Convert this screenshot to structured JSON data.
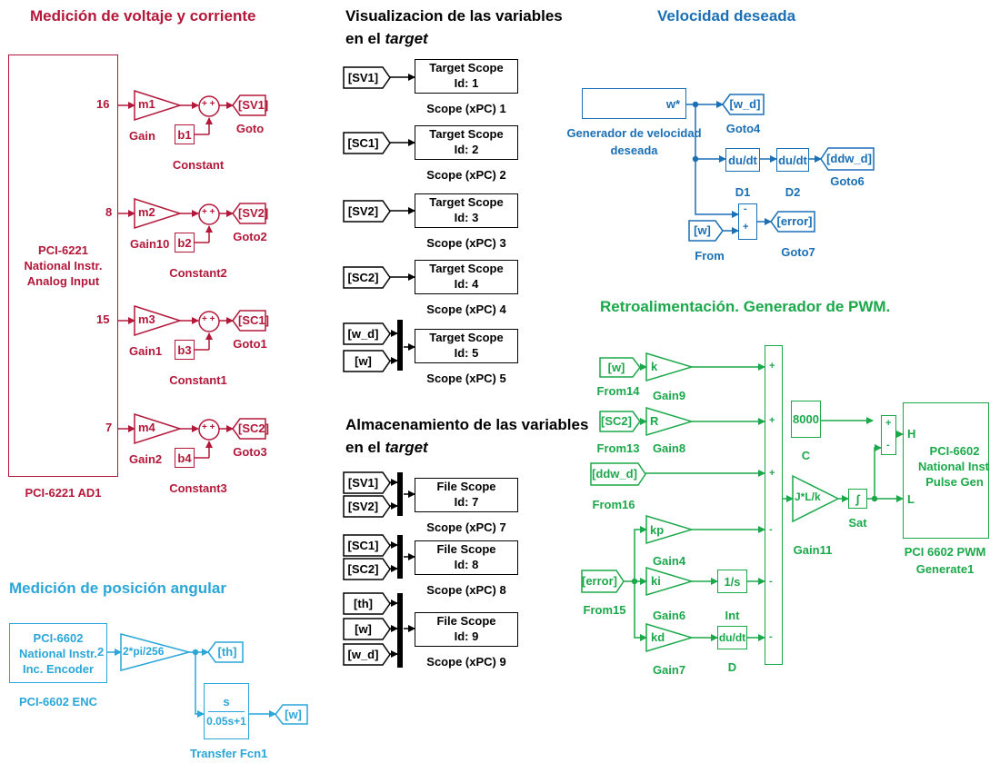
{
  "sections": {
    "medicion_vi": "Medición de voltaje y corriente",
    "visualizacion_1": "Visualizacion de las variables",
    "visualizacion_2": "en el",
    "visualizacion_target": "target",
    "velocidad": "Velocidad deseada",
    "retro": "Retroalimentación. Generador de PWM.",
    "almacen_1": "Almacenamiento de las variables",
    "almacen_2": "en el",
    "almacen_target": "target",
    "posicion": "Medición de posición angular"
  },
  "voltage": {
    "daq_line1": "PCI-6221",
    "daq_line2": "National Instr.",
    "daq_line3": "Analog Input",
    "daq_label": "PCI-6221 AD1",
    "rows": [
      {
        "port": "16",
        "gain": "m1",
        "gain_name": "Gain",
        "const": "b1",
        "const_name": "Constant",
        "goto": "[SV1]",
        "goto_name": "Goto"
      },
      {
        "port": "8",
        "gain": "m2",
        "gain_name": "Gain10",
        "const": "b2",
        "const_name": "Constant2",
        "goto": "[SV2]",
        "goto_name": "Goto2"
      },
      {
        "port": "15",
        "gain": "m3",
        "gain_name": "Gain1",
        "const": "b3",
        "const_name": "Constant1",
        "goto": "[SC1]",
        "goto_name": "Goto1"
      },
      {
        "port": "7",
        "gain": "m4",
        "gain_name": "Gain2",
        "const": "b4",
        "const_name": "Constant3",
        "goto": "[SC2]",
        "goto_name": "Goto3"
      }
    ],
    "sum_signs": "+ +"
  },
  "scopes": {
    "target_title": "Target Scope",
    "file_title": "File Scope",
    "items": [
      {
        "id": "Id: 1",
        "label": "Scope (xPC) 1"
      },
      {
        "id": "Id: 2",
        "label": "Scope (xPC) 2"
      },
      {
        "id": "Id: 3",
        "label": "Scope (xPC) 3"
      },
      {
        "id": "Id: 4",
        "label": "Scope (xPC) 4"
      },
      {
        "id": "Id: 5",
        "label": "Scope (xPC) 5"
      },
      {
        "id": "Id: 7",
        "label": "Scope (xPC) 7"
      },
      {
        "id": "Id: 8",
        "label": "Scope (xPC) 8"
      },
      {
        "id": "Id: 9",
        "label": "Scope (xPC) 9"
      }
    ],
    "from_tags": [
      "[SV1]",
      "[SC1]",
      "[SV2]",
      "[SC2]",
      "[w_d]",
      "[w]",
      "[SV1]",
      "[SV2]",
      "[SC1]",
      "[SC2]",
      "[th]",
      "[w]",
      "[w_d]"
    ]
  },
  "velocity": {
    "gen_output": "w*",
    "gen_label_1": "Generador de velocidad",
    "gen_label_2": "deseada",
    "goto4_tag": "[w_d]",
    "goto4_name": "Goto4",
    "d1_block": "du/dt",
    "d1_name": "D1",
    "d2_block": "du/dt",
    "d2_name": "D2",
    "goto6_tag": "[ddw_d]",
    "goto6_name": "Goto6",
    "from_tag": "[w]",
    "from_name": "From",
    "sum_signs": "- +",
    "goto7_tag": "[error]",
    "goto7_name": "Goto7"
  },
  "pwm": {
    "from14_tag": "[w]",
    "from14_name": "From14",
    "gain9": "k",
    "gain9_name": "Gain9",
    "from13_tag": "[SC2]",
    "from13_name": "From13",
    "gain8": "R",
    "gain8_name": "Gain8",
    "from16_tag": "[ddw_d]",
    "from16_name": "From16",
    "gain4": "kp",
    "gain4_name": "Gain4",
    "from15_tag": "[error]",
    "from15_name": "From15",
    "gain6": "ki",
    "gain6_name": "Gain6",
    "gain7": "kd",
    "gain7_name": "Gain7",
    "int_block": "1/s",
    "int_name": "Int",
    "d_block": "du/dt",
    "d_name": "D",
    "sum_signs": [
      "+",
      "+",
      "+",
      "-",
      "-",
      "-"
    ],
    "const": "8000",
    "const_name": "C",
    "gain11": "J*L/k",
    "gain11_name": "Gain11",
    "sat_name": "Sat",
    "sum2_signs": [
      "+",
      "-"
    ],
    "pulse_in_h": "H",
    "pulse_in_l": "L",
    "pulse_line1": "PCI-6602",
    "pulse_line2": "National Instr.",
    "pulse_line3": "Pulse Gen",
    "pulse_label_1": "PCI 6602 PWM",
    "pulse_label_2": "Generate1"
  },
  "position": {
    "enc_line1": "PCI-6602",
    "enc_line2": "National Instr.",
    "enc_line3": "Inc. Encoder",
    "enc_port": "2",
    "enc_label": "PCI-6602 ENC",
    "gain": "2*pi/256",
    "goto_th": "[th]",
    "tf_num": "s",
    "tf_den": "0.05s+1",
    "tf_name": "Transfer Fcn1",
    "goto_w": "[w]"
  },
  "colors": {
    "voltage": "#b3183a",
    "scopes": "#000000",
    "velocity": "#1a6fb5",
    "pwm": "#1ba84a",
    "position": "#2aa6d8"
  }
}
